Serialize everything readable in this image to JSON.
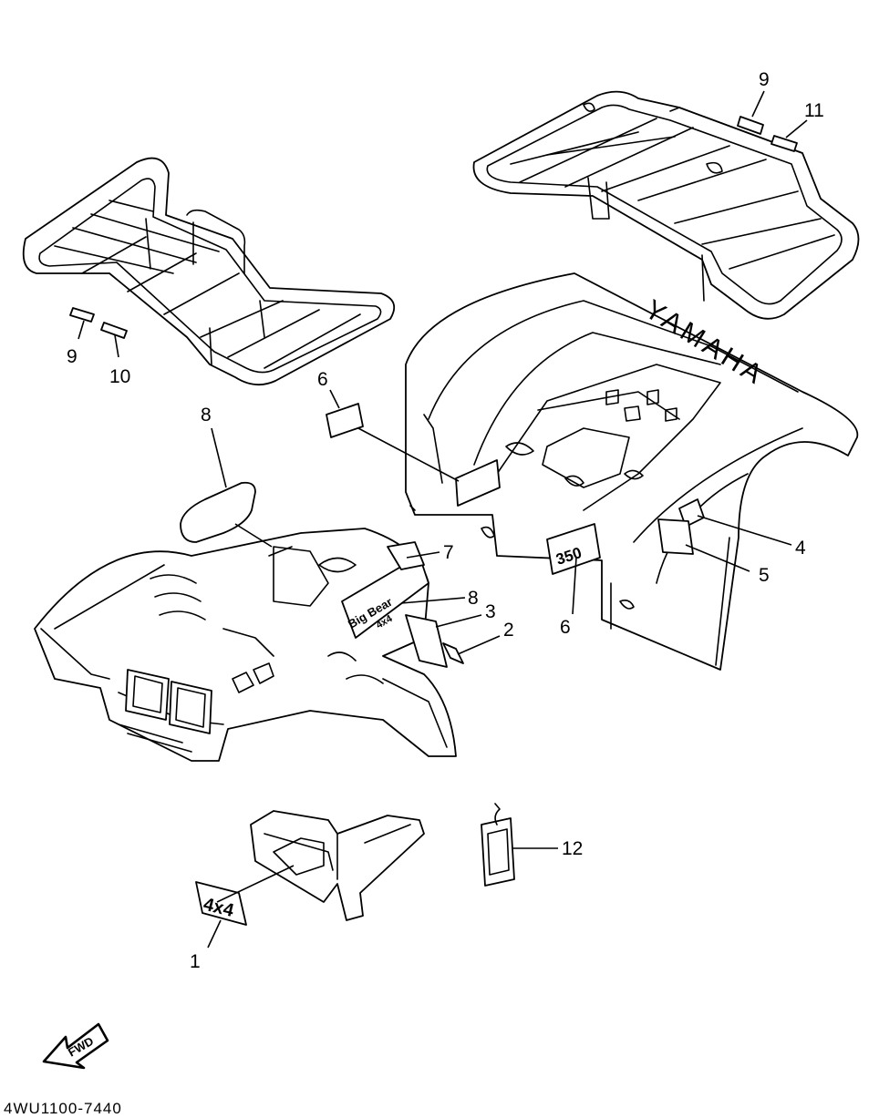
{
  "diagram": {
    "drawing_code": "4WU1100-7440",
    "fwd_label": "FWD",
    "brand_text": "YAMAHA",
    "decal_4x4": "4x4",
    "decal_350": "350",
    "decal_bigbear": "Big Bear",
    "decal_bigbear_sub": "4x4",
    "part_labels": {
      "p9_front": "9",
      "p10": "10",
      "p9_rear": "9",
      "p11": "11",
      "p6_top": "6",
      "p8_top": "8",
      "p7": "7",
      "p8_mid": "8",
      "p3": "3",
      "p2": "2",
      "p4": "4",
      "p5": "5",
      "p6_bottom": "6",
      "p12": "12",
      "p1": "1"
    }
  }
}
